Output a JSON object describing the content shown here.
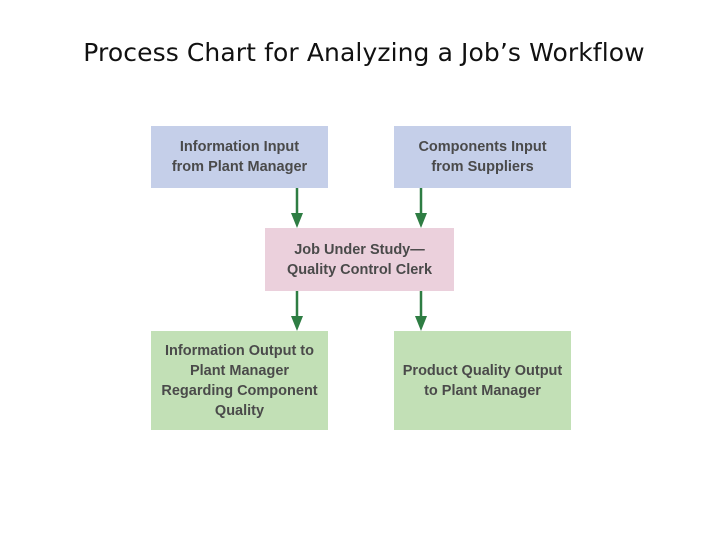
{
  "title": "Process Chart for Analyzing a Job’s Workflow",
  "boxes": {
    "information_input": "Information Input\nfrom  Plant Manager",
    "components_input": "Components Input\nfrom Suppliers",
    "job_under_study": "Job Under Study—\nQuality Control Clerk",
    "information_output": "Information Output to\nPlant Manager\nRegarding Component\nQuality",
    "product_quality_output": "Product Quality Output\nto Plant Manager"
  },
  "colors": {
    "input_fill": "#c5cfe9",
    "job_fill": "#ebd0dc",
    "output_fill": "#c2e0b6",
    "arrow": "#2e7d43",
    "text": "#4a4a4a"
  },
  "connections": [
    {
      "from": "information_input",
      "to": "job_under_study"
    },
    {
      "from": "components_input",
      "to": "job_under_study"
    },
    {
      "from": "job_under_study",
      "to": "information_output"
    },
    {
      "from": "job_under_study",
      "to": "product_quality_output"
    }
  ]
}
